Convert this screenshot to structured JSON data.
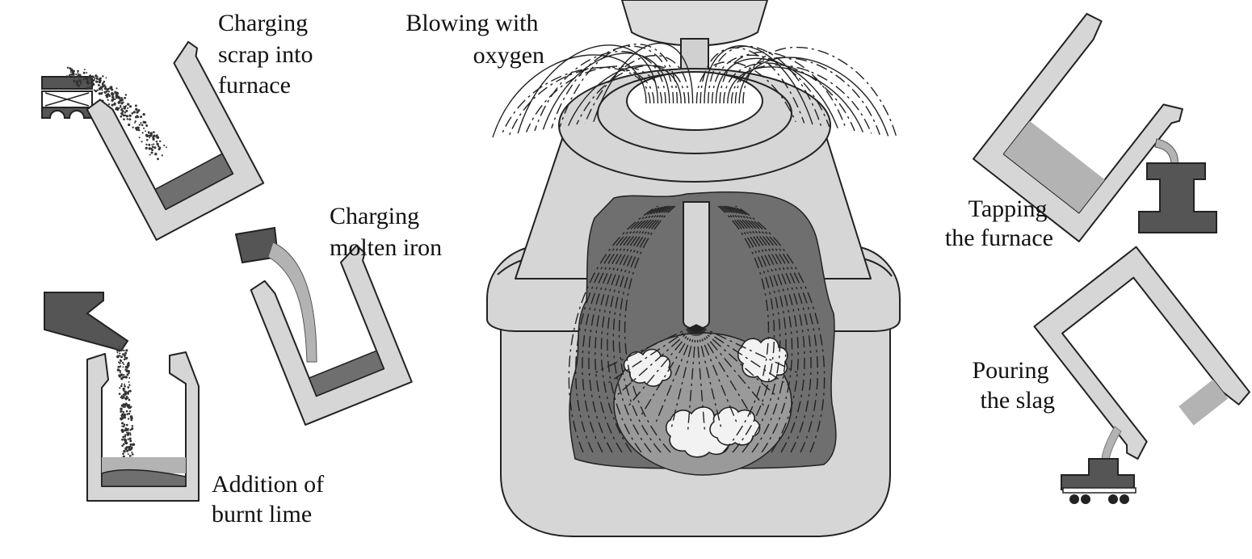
{
  "labels": {
    "charging_scrap": [
      "Charging",
      "scrap into",
      "furnace"
    ],
    "blowing": [
      "Blowing with",
      "oxygen"
    ],
    "charging_iron": [
      "Charging",
      "molten iron"
    ],
    "addition_lime": [
      "Addition of",
      "burnt lime"
    ],
    "tapping": [
      "Tapping",
      "the furnace"
    ],
    "pouring_slag": [
      "Pouring",
      "the slag"
    ]
  },
  "colors": {
    "vessel_fill": "#d6d6d6",
    "dark_fill": "#555555",
    "liquid_fill": "#b3b3b3",
    "melt_fill": "#6f6f6f",
    "outline": "#222222"
  }
}
